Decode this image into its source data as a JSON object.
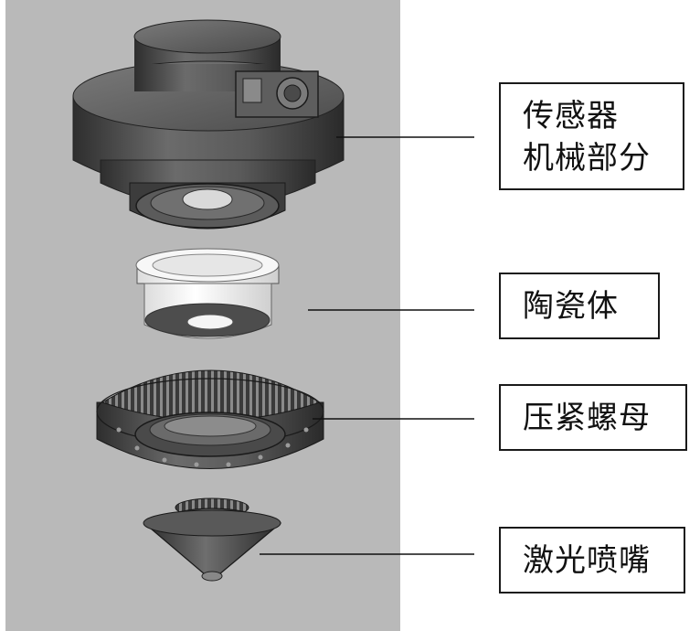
{
  "labels": {
    "sensor": {
      "line1": "传感器",
      "line2": "机械部分"
    },
    "ceramic": "陶瓷体",
    "locknut": "压紧螺母",
    "nozzle": "激光喷嘴"
  },
  "colors": {
    "panel_bg": "#b9b9b9",
    "metal_dark": "#4a4a4a",
    "metal_light": "#9a9a9a",
    "ceramic": "#f2f2f2",
    "leader_line": "#111111"
  }
}
